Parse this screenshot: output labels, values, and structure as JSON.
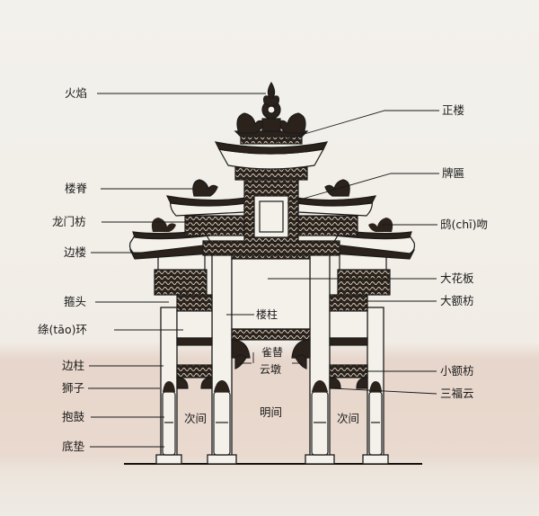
{
  "diagram": {
    "left_labels": {
      "flame": "火焰",
      "roof_ridge": "楼脊",
      "longmen_beam": "龙门枋",
      "side_tower": "边楼",
      "beam_end": "箍头",
      "tao_ring": "绦(tāo)环",
      "side_column": "边柱",
      "lion": "狮子",
      "drum_stone": "抱鼓",
      "base_pad": "底垫"
    },
    "right_labels": {
      "main_tower": "正楼",
      "plaque": "牌匾",
      "chiwen": "鸱(chī)吻",
      "big_flower_board": "大花板",
      "big_lintel": "大额枋",
      "small_lintel": "小额枋",
      "sanfu_cloud": "三福云"
    },
    "inner_labels": {
      "tower_column": "楼柱",
      "queti": "雀替",
      "cloud_pier": "云墩",
      "side_bay_left": "次间",
      "middle_bay": "明间",
      "side_bay_right": "次间"
    }
  }
}
